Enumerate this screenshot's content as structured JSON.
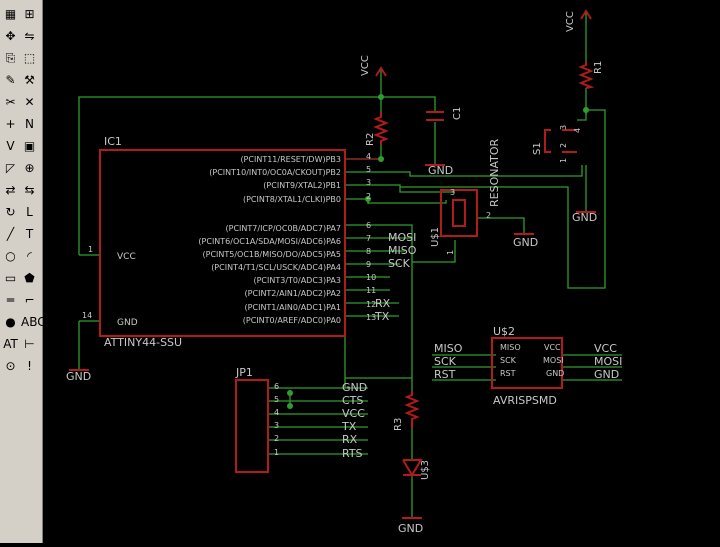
{
  "colors": {
    "background": "#000000",
    "wire": "#2f9d2f",
    "part": "#b01b1b",
    "label": "#c8c8c8",
    "toolbar": "#d4d0c8"
  },
  "toolbar": {
    "tools": [
      "layer-settings-icon",
      "grid-icon",
      "move-icon",
      "mirror-icon",
      "copy-icon",
      "select-icon",
      "pencil-icon",
      "wrench-icon",
      "split-icon",
      "delete-icon",
      "add-icon",
      "name-icon",
      "value-icon",
      "smash-icon",
      "miter-icon",
      "invoke-icon",
      "pinswap-icon",
      "gateswap-icon",
      "replace-icon",
      "label-icon",
      "line-icon",
      "text-icon",
      "circle-icon",
      "arc-icon",
      "rect-icon",
      "polygon-icon",
      "bus-icon",
      "net-icon",
      "junction-icon",
      "abc-icon",
      "attribute-icon",
      "dimension-icon",
      "drc-icon",
      "erc-icon"
    ]
  },
  "schematic": {
    "ic1": {
      "name": "IC1",
      "value": "ATTINY44-SSU",
      "pin_vcc": "VCC",
      "pin_gnd": "GND",
      "pin1": "1",
      "pin14": "14",
      "pins": [
        {
          "label": "(PCINT11/RESET/DW)PB3",
          "num": "4"
        },
        {
          "label": "(PCINT10/INT0/OC0A/CKOUT)PB2",
          "num": "5"
        },
        {
          "label": "(PCINT9/XTAL2)PB1",
          "num": "3"
        },
        {
          "label": "(PCINT8/XTAL1/CLKI)PB0",
          "num": "2"
        },
        {
          "label": "(PCINT7/ICP/OC0B/ADC7)PA7",
          "num": "6"
        },
        {
          "label": "(PCINT6/OC1A/SDA/MOSI/ADC6)PA6",
          "num": "7"
        },
        {
          "label": "(PCINT5/OC1B/MISO/DO/ADC5)PA5",
          "num": "8"
        },
        {
          "label": "(PCINT4/T1/SCL/USCK/ADC4)PA4",
          "num": "9"
        },
        {
          "label": "(PCINT3/T0/ADC3)PA3",
          "num": "10"
        },
        {
          "label": "(PCINT2/AIN1/ADC2)PA2",
          "num": "11"
        },
        {
          "label": "(PCINT1/AIN0/ADC1)PA1",
          "num": "12"
        },
        {
          "label": "(PCINT0/AREF/ADC0)PA0",
          "num": "13"
        }
      ]
    },
    "net_labels": {
      "mosi": "MOSI",
      "miso": "MISO",
      "sck": "SCK",
      "rx": "RX",
      "tx": "TX"
    },
    "vcc": "VCC",
    "gnd": "GND",
    "r1": "R1",
    "r2": "R2",
    "r3": "R3",
    "c1": "C1",
    "s1": "S1",
    "s1_pins": [
      "1",
      "2",
      "3",
      "4"
    ],
    "resonator": {
      "name": "U$1",
      "value": "RESONATOR",
      "pins": [
        "1",
        "2",
        "3"
      ]
    },
    "u2": {
      "name": "U$2",
      "value": "AVRISPSMD",
      "inner": [
        "MISO",
        "SCK",
        "RST",
        "VCC",
        "MOSI",
        "GND"
      ],
      "outer_left": [
        "MISO",
        "SCK",
        "RST"
      ],
      "outer_right": [
        "VCC",
        "MOSI",
        "GND"
      ]
    },
    "jp1": {
      "name": "JP1",
      "pins": [
        "6",
        "5",
        "4",
        "3",
        "2",
        "1"
      ],
      "signals": [
        "GND",
        "CTS",
        "VCC",
        "TX",
        "RX",
        "RTS"
      ]
    },
    "led": "U$3"
  }
}
